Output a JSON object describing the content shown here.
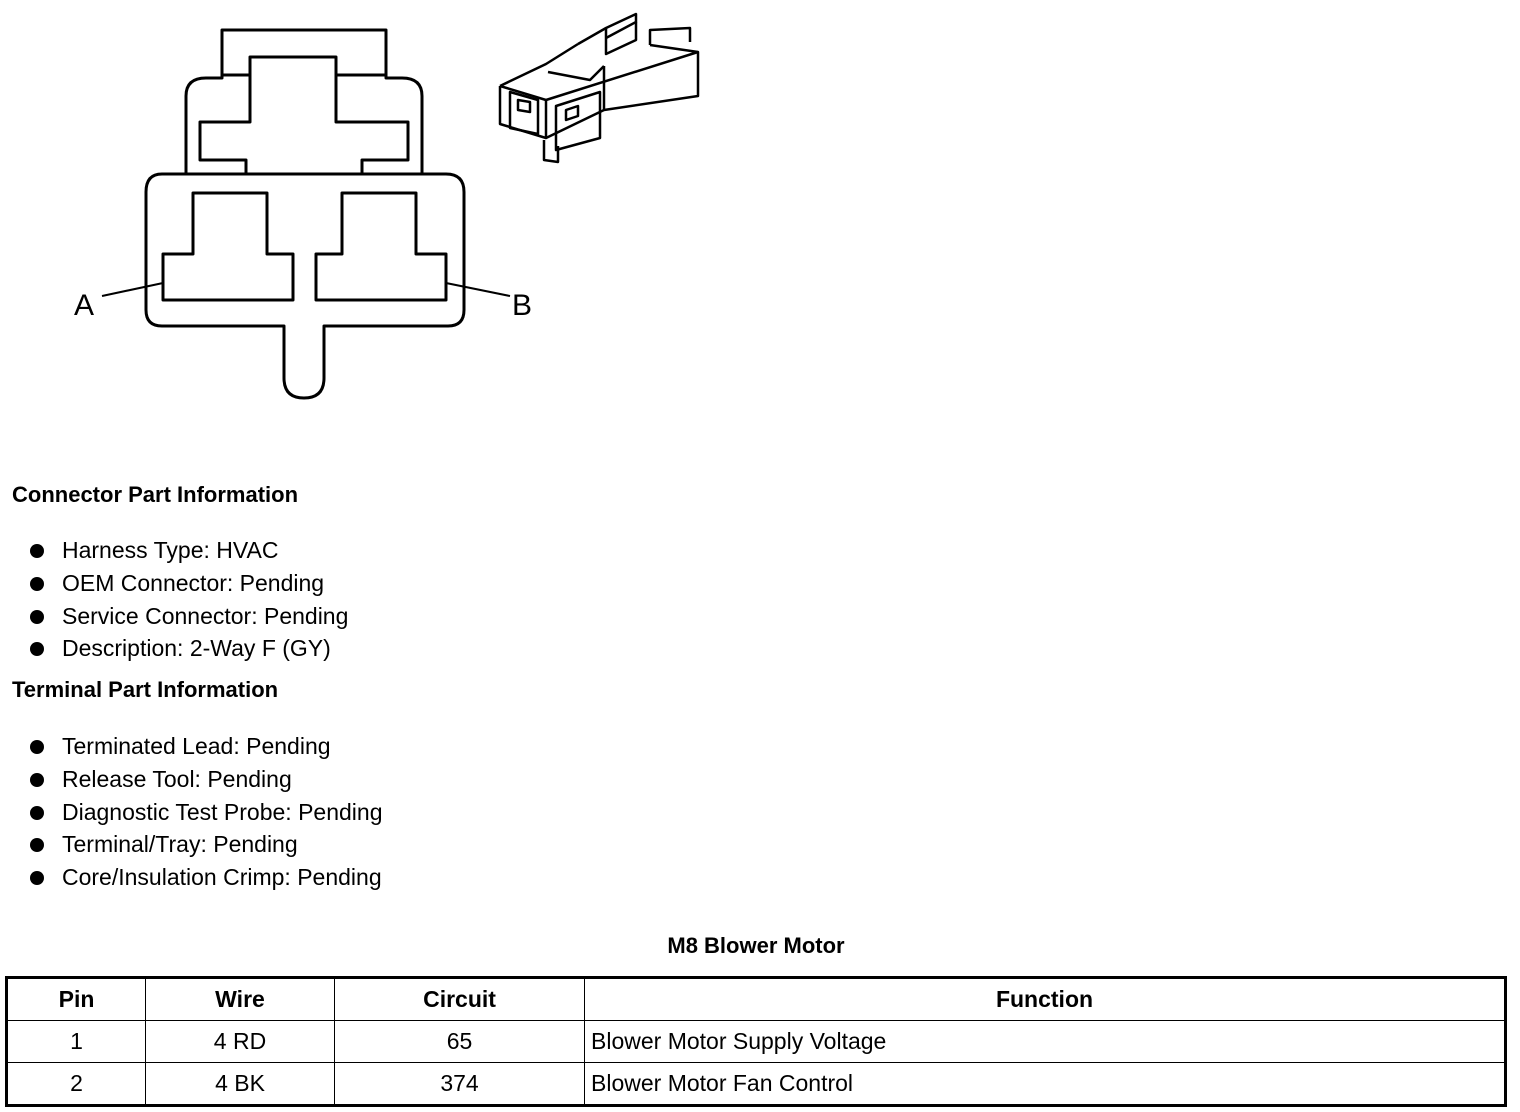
{
  "diagram": {
    "pin_labels": [
      "A",
      "B"
    ]
  },
  "connector_info": {
    "title": "Connector Part Information",
    "items": [
      "Harness Type: HVAC",
      "OEM Connector: Pending",
      "Service Connector: Pending",
      "Description: 2-Way F (GY)"
    ]
  },
  "terminal_info": {
    "title": "Terminal Part Information",
    "items": [
      "Terminated Lead: Pending",
      "Release Tool: Pending",
      "Diagnostic Test Probe: Pending",
      "Terminal/Tray: Pending",
      "Core/Insulation Crimp: Pending"
    ]
  },
  "pin_table": {
    "title": "M8 Blower Motor",
    "headers": [
      "Pin",
      "Wire",
      "Circuit",
      "Function"
    ],
    "rows": [
      [
        "1",
        "4 RD",
        "65",
        "Blower Motor Supply Voltage"
      ],
      [
        "2",
        "4 BK",
        "374",
        "Blower Motor Fan Control"
      ]
    ]
  }
}
